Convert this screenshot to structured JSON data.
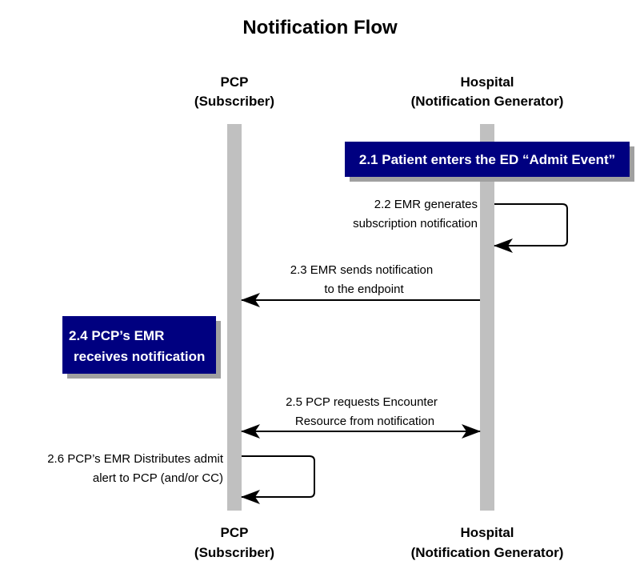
{
  "title": "Notification Flow",
  "actors": {
    "pcp": {
      "name": "PCP",
      "role": "(Subscriber)"
    },
    "hospital": {
      "name": "Hospital",
      "role": "(Notification Generator)"
    }
  },
  "steps": {
    "s2_1": "2.1 Patient enters the ED “Admit Event”",
    "s2_2": [
      "2.2 EMR generates",
      "subscription notification"
    ],
    "s2_3": [
      "2.3 EMR sends notification",
      "to the endpoint"
    ],
    "s2_4": [
      "2.4 PCP’s EMR",
      "receives notification"
    ],
    "s2_5": [
      "2.5 PCP requests Encounter",
      "Resource from notification"
    ],
    "s2_6": [
      "2.6 PCP’s EMR Distributes admit",
      "alert to PCP (and/or CC)"
    ]
  },
  "colors": {
    "lifeline": "#c0c0c0",
    "box_fill": "#000080",
    "box_shadow": "#a0a0a0",
    "box_text": "#ffffff",
    "arrow": "#000000"
  }
}
